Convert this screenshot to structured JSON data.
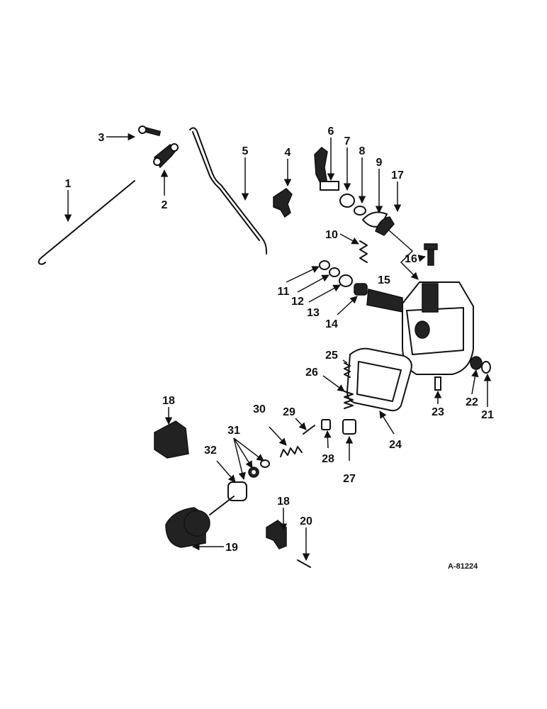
{
  "figure_ref": "A-81224",
  "callouts": [
    "1",
    "2",
    "3",
    "4",
    "5",
    "6",
    "7",
    "8",
    "9",
    "10",
    "11",
    "12",
    "13",
    "14",
    "15",
    "16",
    "17",
    "18",
    "19",
    "20",
    "21",
    "22",
    "23",
    "24",
    "25",
    "26",
    "27",
    "28",
    "29",
    "30",
    "31",
    "32"
  ]
}
